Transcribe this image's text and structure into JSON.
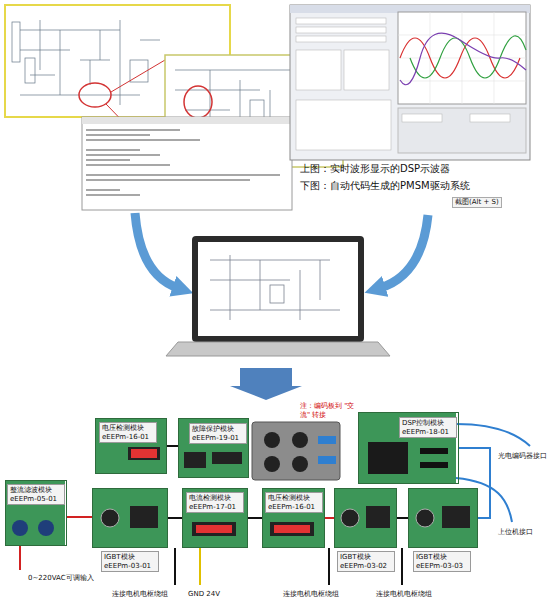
{
  "diagram": {
    "nodes": [
      {
        "text": [
          "电压检测模块 eEEPm-16-01"
        ]
      },
      {
        "text": [
          "故障保护模块 eEEPm-19-01"
        ]
      },
      {
        "text": [
          "DSP控制模块 eEEPm-18-01"
        ]
      },
      {
        "text": [
          "整流滤波模块 eEEPm-05-01"
        ]
      },
      {
        "text": [
          "电流检测模块 eEEPm-17-01"
        ]
      },
      {
        "text": [
          "电压检测模块 eEEPm-16-01"
        ]
      },
      {
        "text": [
          "IGBT模块 eEEPm-03-01"
        ]
      },
      {
        "text": [
          "IGBT模块 eEEPm-03-02"
        ]
      },
      {
        "text": [
          "IGBT模块 eEEPm-03-03"
        ]
      }
    ],
    "edges": [
      {
        "from": 3,
        "to": 6,
        "arrow": "none"
      },
      {
        "from": 6,
        "to": 4,
        "arrow": "none"
      },
      {
        "from": 4,
        "to": 5,
        "arrow": "none"
      },
      {
        "from": 5,
        "to": 7,
        "arrow": "none"
      },
      {
        "from": 7,
        "to": 8,
        "arrow": "none"
      },
      {
        "from": 2,
        "to": 8,
        "arrow": "none"
      },
      {
        "from": 0,
        "to": 1,
        "arrow": "none"
      }
    ],
    "labels": [
      "上图：实时波形显示的DSP示波器",
      "下图：自动代码生成的PMSM驱动系统",
      "截图(Alt + S)",
      "注：编码板到 \"交流\" 转接",
      "光电编码器接口",
      "上位机接口",
      "0~220VAC可调输入",
      "连接电机电枢绕组",
      "GND 24V",
      "连接电机电枢绕组",
      "连接电机电枢绕组"
    ]
  }
}
